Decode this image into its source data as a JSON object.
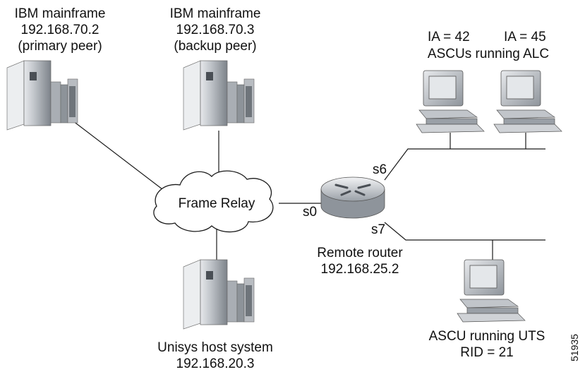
{
  "nodes": {
    "mainframe_primary": {
      "name": "IBM mainframe",
      "address": "192.168.70.2",
      "role": "(primary peer)",
      "icon": "mainframe-icon"
    },
    "mainframe_backup": {
      "name": "IBM mainframe",
      "address": "192.168.70.3",
      "role": "(backup peer)",
      "icon": "mainframe-icon"
    },
    "unisys_host": {
      "name": "Unisys host system",
      "address": "192.168.20.3",
      "icon": "mainframe-icon"
    },
    "frame_relay": {
      "label": "Frame Relay",
      "icon": "cloud-icon"
    },
    "remote_router": {
      "name": "Remote router",
      "address": "192.168.25.2",
      "icon": "router-icon"
    },
    "ascu_alc": {
      "ia_left": "IA = 42",
      "ia_right": "IA = 45",
      "label": "ASCUs running ALC",
      "icon": "terminal-icon"
    },
    "ascu_uts": {
      "label": "ASCU running UTS",
      "rid": "RID = 21",
      "icon": "terminal-icon"
    }
  },
  "ports": {
    "s0": "s0",
    "s6": "s6",
    "s7": "s7"
  },
  "figure_number": "51935",
  "colors": {
    "line": "#1a1a1a",
    "tower": "#b9bdc2",
    "tower_dark": "#7f858c",
    "screen": "#d4d9de",
    "router": "#c8ccd1"
  }
}
